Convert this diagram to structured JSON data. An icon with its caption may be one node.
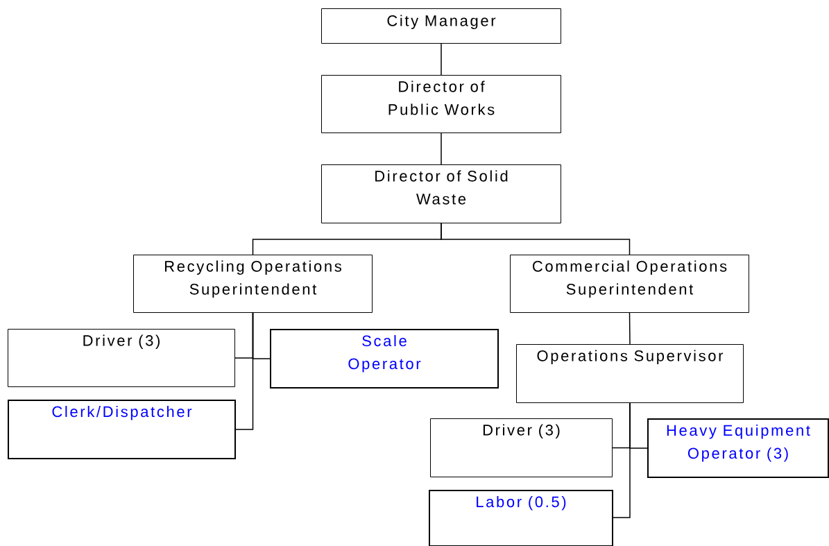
{
  "diagram": {
    "nodes": [
      {
        "text": [
          "City Manager"
        ]
      },
      {
        "text": [
          "Director of Public Works"
        ]
      },
      {
        "text": [
          "Director of Solid Waste"
        ]
      },
      {
        "text": [
          "Recycling Operations Superintendent"
        ]
      },
      {
        "text": [
          "Commercial Operations Superintendent"
        ]
      },
      {
        "text": [
          "Driver (3)"
        ]
      },
      {
        "text": [
          "Scale Operator"
        ]
      },
      {
        "text": [
          "Clerk/Dispatcher"
        ]
      },
      {
        "text": [
          "Operations Supervisor"
        ]
      },
      {
        "text": [
          "Driver (3)"
        ]
      },
      {
        "text": [
          "Heavy Equipment Operator (3)"
        ]
      },
      {
        "text": [
          "Labor (0.5)"
        ]
      }
    ],
    "edges": [
      {
        "from": 0,
        "to": 1,
        "arrow": "none"
      },
      {
        "from": 1,
        "to": 2,
        "arrow": "none"
      },
      {
        "from": 2,
        "to": 3,
        "arrow": "none"
      },
      {
        "from": 2,
        "to": 4,
        "arrow": "none"
      },
      {
        "from": 3,
        "to": 5,
        "arrow": "none"
      },
      {
        "from": 3,
        "to": 6,
        "arrow": "none"
      },
      {
        "from": 3,
        "to": 7,
        "arrow": "none"
      },
      {
        "from": 4,
        "to": 8,
        "arrow": "none"
      },
      {
        "from": 8,
        "to": 9,
        "arrow": "none"
      },
      {
        "from": 8,
        "to": 10,
        "arrow": "none"
      },
      {
        "from": 8,
        "to": 11,
        "arrow": "none"
      }
    ]
  }
}
